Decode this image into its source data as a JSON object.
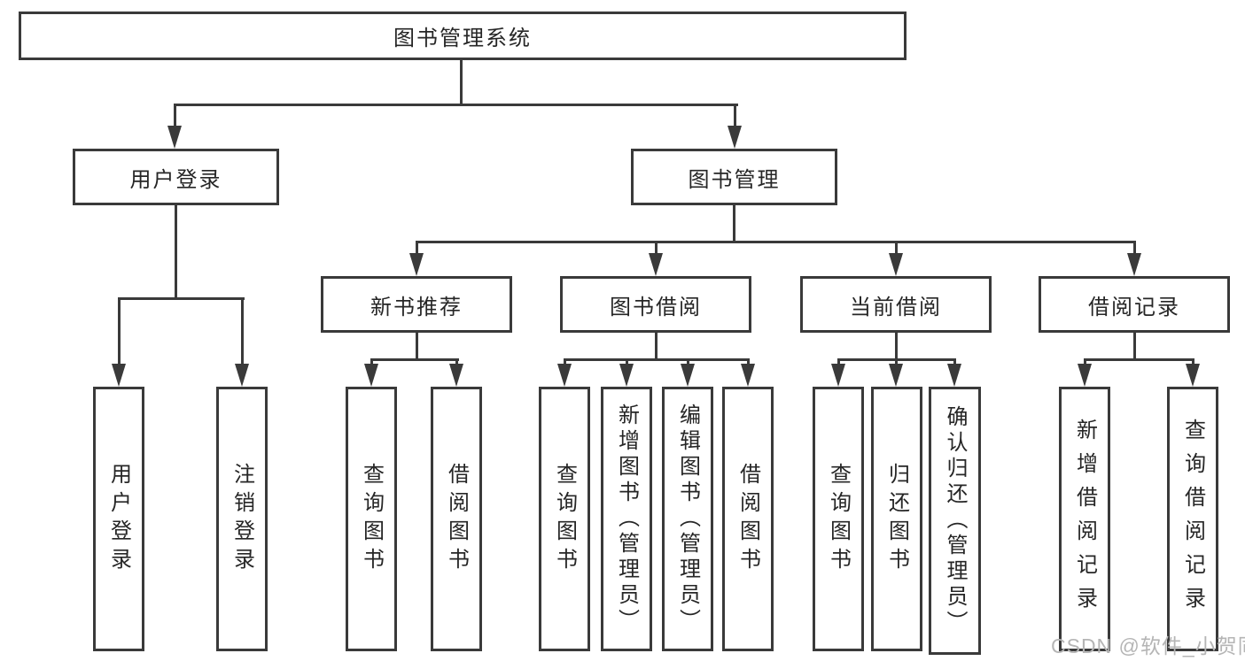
{
  "colors": {
    "line": "#3a3a3a",
    "box_border": "#3a3a3a",
    "text": "#262626",
    "watermark_text": "#b5b5b5",
    "background": "#ffffff"
  },
  "tree": {
    "root": {
      "label": "图书管理系统"
    },
    "branches": [
      {
        "label": "用户登录",
        "children": [
          {
            "label": "用户登录"
          },
          {
            "label": "注销登录"
          }
        ]
      },
      {
        "label": "图书管理",
        "children": [
          {
            "label": "新书推荐",
            "children": [
              {
                "label": "查询图书"
              },
              {
                "label": "借阅图书"
              }
            ]
          },
          {
            "label": "图书借阅",
            "children": [
              {
                "label": "查询图书"
              },
              {
                "label": "新增图书（管理员）"
              },
              {
                "label": "编辑图书（管理员）"
              },
              {
                "label": "借阅图书"
              }
            ]
          },
          {
            "label": "当前借阅",
            "children": [
              {
                "label": "查询图书"
              },
              {
                "label": "归还图书"
              },
              {
                "label": "确认归还（管理员）"
              }
            ]
          },
          {
            "label": "借阅记录",
            "children": [
              {
                "label": "新增借阅记录"
              },
              {
                "label": "查询借阅记录"
              }
            ]
          }
        ]
      }
    ]
  },
  "watermark": {
    "text": "CSDN @软件_小贺同学"
  }
}
